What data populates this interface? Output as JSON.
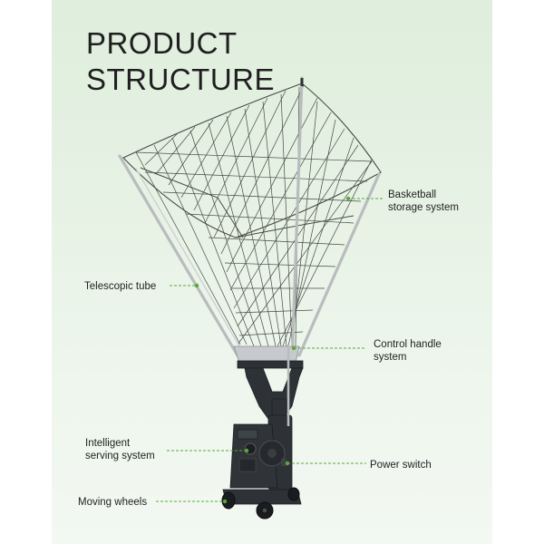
{
  "title": {
    "line1": "PRODUCT",
    "line2": "STRUCTURE"
  },
  "callouts": {
    "basketball_storage": {
      "line1": "Basketball",
      "line2": "storage system"
    },
    "telescopic_tube": {
      "line1": "Telescopic tube"
    },
    "control_handle": {
      "line1": "Control handle",
      "line2": "system"
    },
    "intelligent_serving": {
      "line1": "Intelligent",
      "line2": "serving system"
    },
    "power_switch": {
      "line1": "Power switch"
    },
    "moving_wheels": {
      "line1": "Moving wheels"
    }
  },
  "colors": {
    "background_panel": "#e3f0e1",
    "callout_line": "#5aa83c",
    "text": "#222222",
    "frame": "#2e3136",
    "tube": "#b9bcbe",
    "net": "#2a2e29"
  }
}
